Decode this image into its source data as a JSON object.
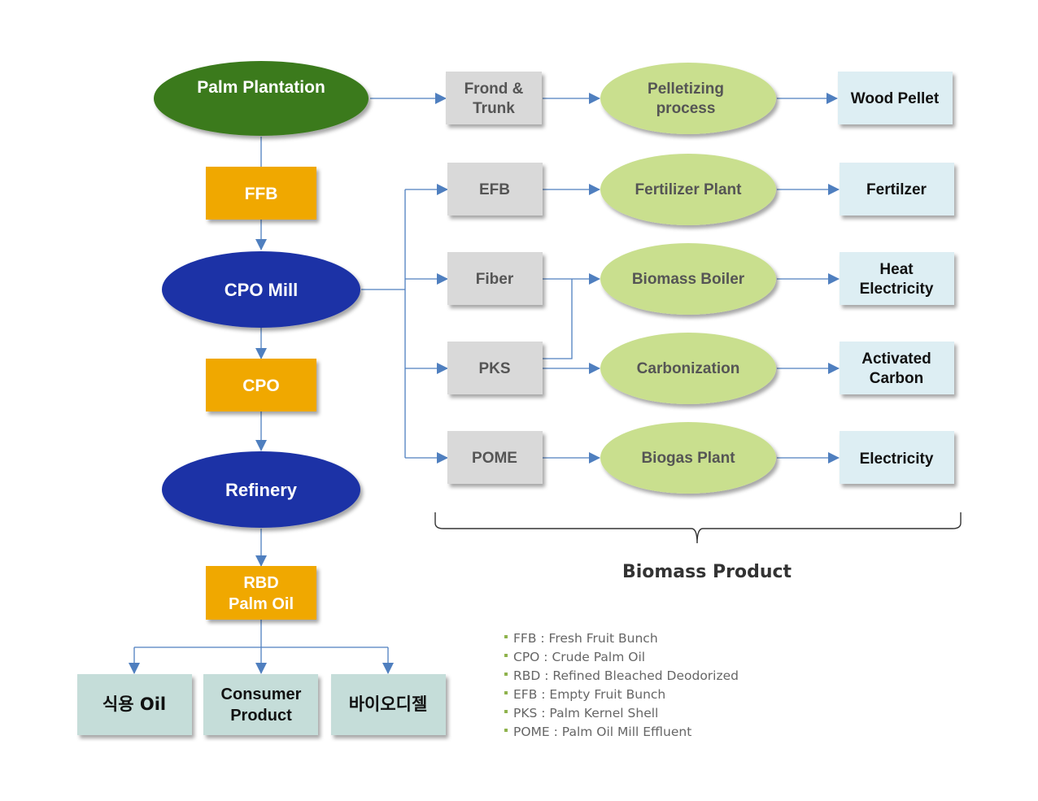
{
  "colors": {
    "plantation": "#3b7a1e",
    "mill": "#1a33a6",
    "orange": "#f0a800",
    "gray_box": "#d9d9d9",
    "light_green": "#c9df8e",
    "light_blue": "#ddeef3",
    "teal_box": "#c5ddd9",
    "connector": "#4f7fbf",
    "legend_bullet": "#8fb34d"
  },
  "main_chain": {
    "palm_plantation": "Palm Plantation",
    "ffb": "FFB",
    "cpo_mill": "CPO Mill",
    "cpo": "CPO",
    "refinery": "Refinery",
    "rbd_palm_oil": "RBD Palm Oil"
  },
  "consumer_products": {
    "edible_oil": "식용 Oil",
    "consumer_product": "Consumer Product",
    "biodiesel": "바이오디젤"
  },
  "biomass_rows": [
    {
      "feedstock": "Frond & Trunk",
      "process": "Pelletizing process",
      "product": "Wood Pellet"
    },
    {
      "feedstock": "EFB",
      "process": "Fertilizer Plant",
      "product": "Fertilzer"
    },
    {
      "feedstock": "Fiber",
      "process": "Biomass Boiler",
      "product": "Heat Electricity"
    },
    {
      "feedstock": "PKS",
      "process": "Carbonization",
      "product": "Activated Carbon"
    },
    {
      "feedstock": "POME",
      "process": "Biogas Plant",
      "product": "Electricity"
    }
  ],
  "brace_label": "Biomass Product",
  "legend": [
    "FFB : Fresh Fruit Bunch",
    "CPO : Crude Palm Oil",
    "RBD : Refined Bleached Deodorized",
    "EFB : Empty Fruit Bunch",
    "PKS : Palm Kernel Shell",
    "POME : Palm Oil Mill Effluent"
  ]
}
